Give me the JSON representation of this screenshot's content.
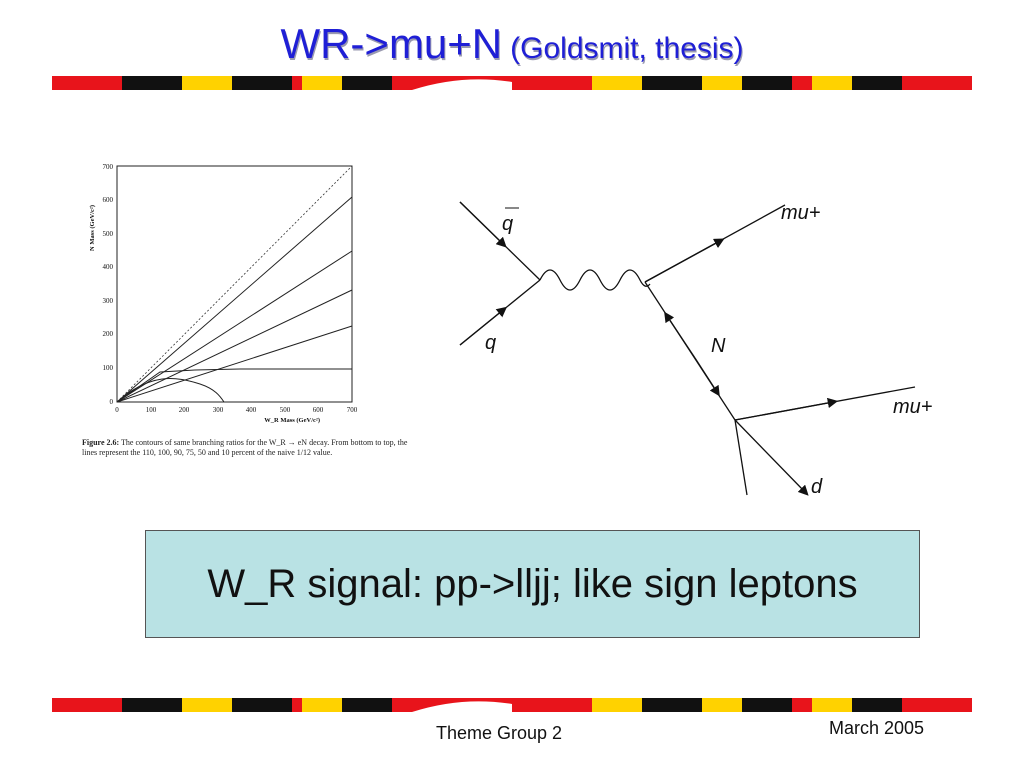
{
  "title": {
    "main": "WR->mu+N",
    "sub": "(Goldsmit, thesis)"
  },
  "colors": {
    "title": "#1f1fd6",
    "box_bg": "#b9e2e4",
    "stripe_red": "#e8141b",
    "stripe_yellow": "#ffd200",
    "stripe_black": "#111111"
  },
  "figure": {
    "y_axis_label": "N Mass (GeV/c²)",
    "x_axis_label": "W_R Mass (GeV/c²)",
    "y_ticks": [
      "0",
      "100",
      "200",
      "300",
      "400",
      "500",
      "600",
      "700"
    ],
    "x_ticks": [
      "0",
      "100",
      "200",
      "300",
      "400",
      "500",
      "600",
      "700"
    ],
    "caption_label": "Figure 2.6:",
    "caption_text": "The contours of same branching ratios for the W_R → eN decay. From bottom to top, the lines represent the 110, 100, 90, 75, 50 and 10 percent of the naive 1/12 value."
  },
  "feynman": {
    "qbar": "q",
    "q": "q",
    "mu_top": "mu+",
    "N": "N",
    "mu_bottom": "mu+",
    "d": "d"
  },
  "signal_text": "W_R signal: pp->lljj; like sign leptons",
  "footer": {
    "left": "Theme Group 2",
    "right": "March 2005"
  }
}
